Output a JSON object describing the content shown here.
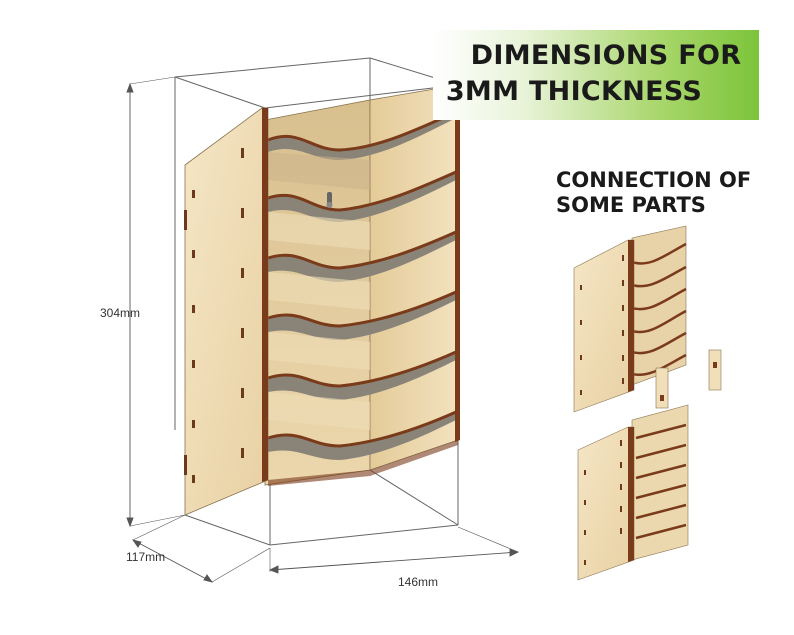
{
  "banner": {
    "line1": "DIMENSIONS FOR",
    "line2": "3MM THICKNESS"
  },
  "connection_title": {
    "line1": "CONNECTION OF",
    "line2": "SOME PARTS"
  },
  "dimensions": {
    "height": "304mm",
    "depth": "117mm",
    "width": "146mm"
  },
  "colors": {
    "wood_light": "#f2dfb8",
    "wood_mid": "#e6cc9a",
    "wood_shadow": "#d9bd88",
    "wood_edge": "#7a3b1a",
    "shelf_gray": "#8a8478",
    "outline": "#555555",
    "banner_green": "#7cc43a"
  }
}
